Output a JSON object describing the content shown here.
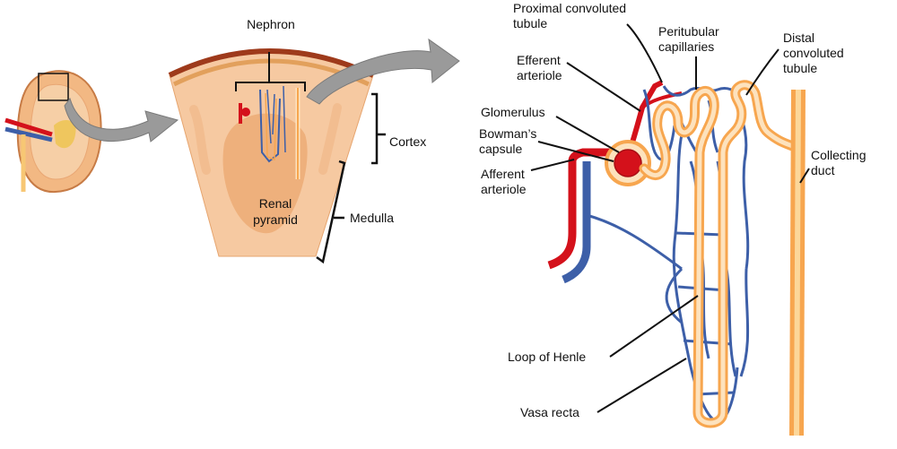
{
  "labels": {
    "nephron": "Nephron",
    "cortex": "Cortex",
    "medulla": "Medulla",
    "renal_pyramid": [
      "Renal",
      "pyramid"
    ],
    "proximal_tubule": [
      "Proximal convoluted",
      "tubule"
    ],
    "peritubular": [
      "Peritubular",
      "capillaries"
    ],
    "distal_tubule": [
      "Distal",
      "convoluted",
      "tubule"
    ],
    "efferent": [
      "Efferent",
      "arteriole"
    ],
    "glomerulus": "Glomerulus",
    "bowmans": [
      "Bowman’s",
      "capsule"
    ],
    "afferent": [
      "Afferent",
      "arteriole"
    ],
    "collecting_duct": [
      "Collecting",
      "duct"
    ],
    "loop_of_henle": "Loop of Henle",
    "vasa_recta": "Vasa recta"
  },
  "colors": {
    "artery": "#d4111b",
    "vein": "#3d5fa8",
    "tubule": "#f7a64f",
    "tubule_light": "#fde2bd",
    "tissue": "#f6c9a1",
    "tissue_dark": "#eeb07c",
    "capsule_band": "#9e3a1b",
    "arrow": "#9a9a9a"
  }
}
